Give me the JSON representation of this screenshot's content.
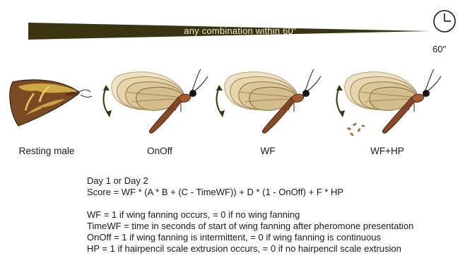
{
  "banner": {
    "text": "any combination within 60″"
  },
  "clock": {
    "label": "60″",
    "icon": "clock-icon"
  },
  "moths": [
    {
      "label": "Resting male",
      "icon": "resting-moth-icon"
    },
    {
      "label": "OnOff",
      "icon": "fanning-moth-icon"
    },
    {
      "label": "WF",
      "icon": "fanning-moth-icon"
    },
    {
      "label": "WF+HP",
      "icon": "fanning-moth-hairpencil-icon"
    }
  ],
  "formula": {
    "line1": "Day 1 or Day 2",
    "line2": "Score = WF * (A * B + (C - TimeWF)) + D * (1 - OnOff) + F * HP"
  },
  "definitions": [
    "WF = 1 if wing fanning occurs, = 0 if no wing fanning",
    "TimeWF = time in seconds of start of wing fanning after pheromone presentation",
    "OnOff = 1 if wing fanning is intermittent, = 0 if wing fanning is continuous",
    "HP = 1 if hairpencil scale extrusion occurs, = 0 if no hairpencil scale extrusion"
  ],
  "colors": {
    "banner": "#3a3412",
    "wing_fill": "#e3d0a4",
    "wing_stroke": "#8c7448",
    "body": "#8a4a2a",
    "resting_wing": "#7a4a24",
    "resting_band": "#d8b24a"
  }
}
